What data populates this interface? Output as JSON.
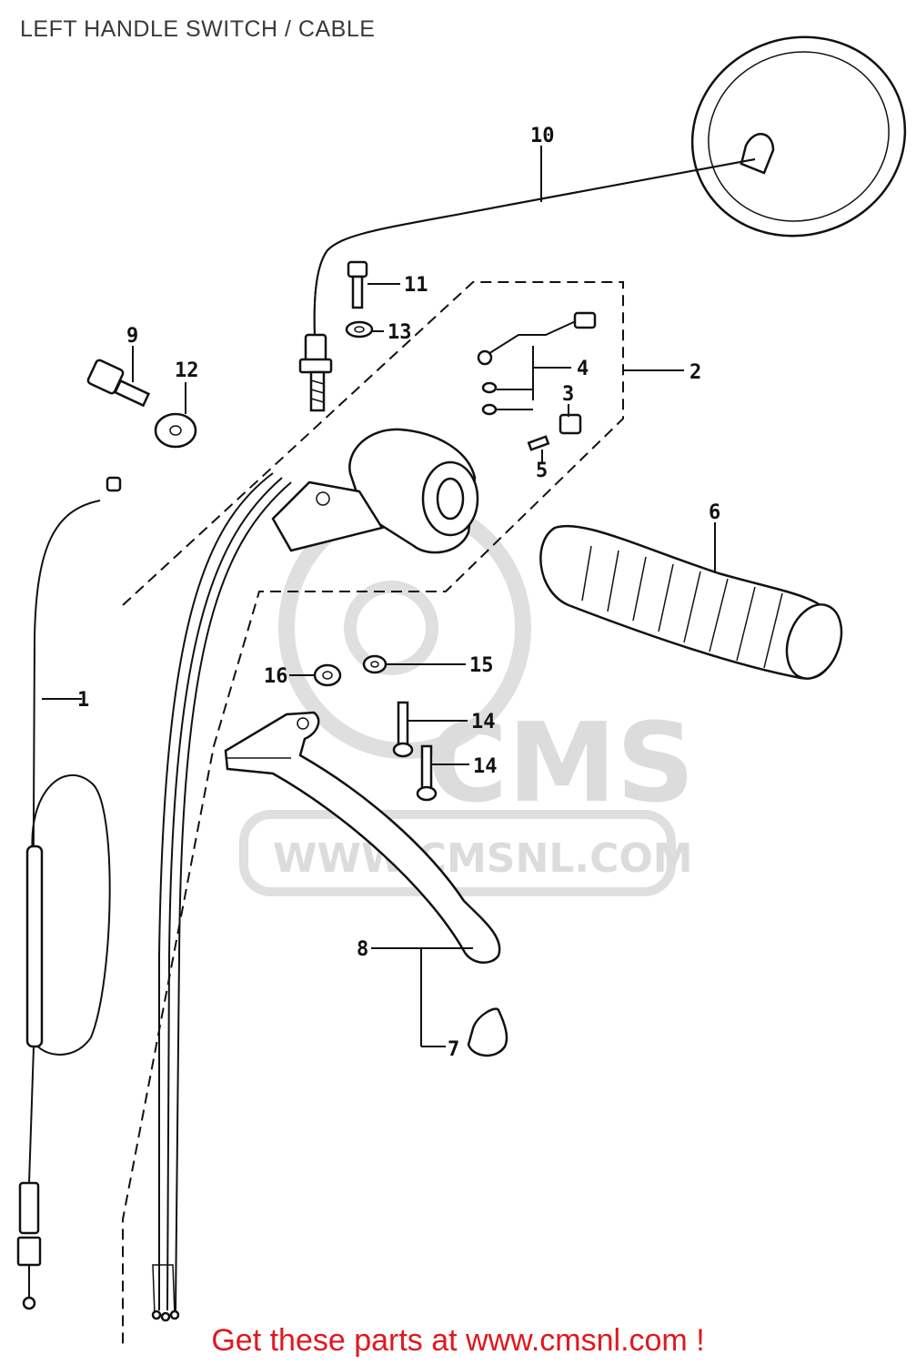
{
  "title": "LEFT HANDLE SWITCH / CABLE",
  "watermark": {
    "brand": "CMS",
    "url": "WWW.CMSNL.COM"
  },
  "callouts": {
    "c1": "1",
    "c2": "2",
    "c3": "3",
    "c4": "4",
    "c5": "5",
    "c6": "6",
    "c7": "7",
    "c8": "8",
    "c9": "9",
    "c10": "10",
    "c11": "11",
    "c12": "12",
    "c13": "13",
    "c14a": "14",
    "c14b": "14",
    "c15": "15",
    "c16": "16"
  },
  "footer": {
    "cta": "Get these parts at www.cmsnl.com !"
  },
  "colors": {
    "cta": "#e0181e",
    "ink": "#111111",
    "watermark": "#d9d9d9"
  }
}
